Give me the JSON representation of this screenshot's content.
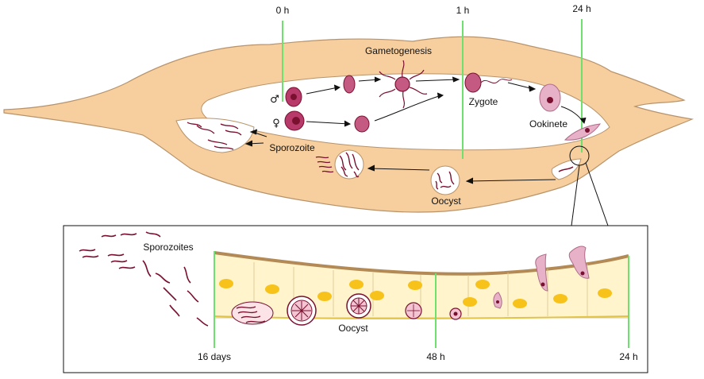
{
  "colors": {
    "midgut_fill": "#f7cf9f",
    "midgut_stroke": "#b8936a",
    "timeline": "#6ee06e",
    "parasite": "#7a1030",
    "parasite_light": "#e7b2c8",
    "nucleus_yellow": "#f7c21a",
    "epithelium": "#fff4cc",
    "basal_lamina": "#b38a55"
  },
  "top_diagram": {
    "timepoints": [
      "0 h",
      "1 h",
      "24 h"
    ],
    "stage_labels": {
      "gametogenesis": "Gametogenesis",
      "zygote": "Zygote",
      "ookinete": "Ookinete",
      "sporozoite": "Sporozoite",
      "oocyst": "Oocyst"
    },
    "sex_symbols": {
      "male": "♂",
      "female": "♀"
    }
  },
  "inset": {
    "labels": {
      "sporozoites": "Sporozoites",
      "oocyst": "Oocyst"
    },
    "timepoints": [
      "16 days",
      "48 h",
      "24 h"
    ]
  }
}
